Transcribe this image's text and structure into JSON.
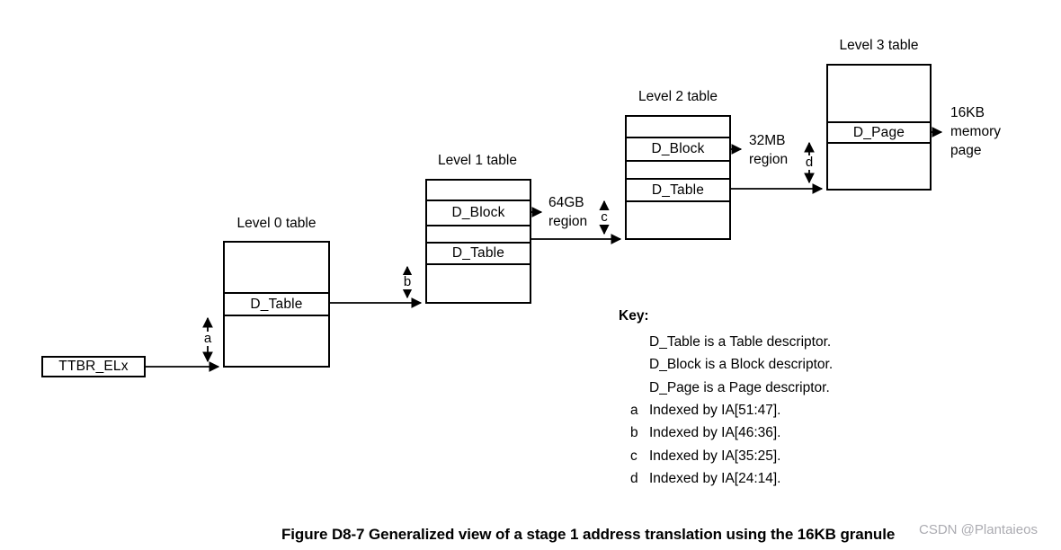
{
  "diagram": {
    "ttbr_label": "TTBR_ELx",
    "level0": {
      "title": "Level 0 table",
      "table_cell": "D_Table"
    },
    "level1": {
      "title": "Level 1 table",
      "block_cell": "D_Block",
      "table_cell": "D_Table",
      "region": [
        "64GB",
        "region"
      ]
    },
    "level2": {
      "title": "Level 2 table",
      "block_cell": "D_Block",
      "table_cell": "D_Table",
      "region": [
        "32MB",
        "region"
      ]
    },
    "level3": {
      "title": "Level 3 table",
      "page_cell": "D_Page",
      "region": [
        "16KB",
        "memory",
        "page"
      ]
    },
    "arrows": {
      "a": "a",
      "b": "b",
      "c": "c",
      "d": "d"
    }
  },
  "key": {
    "title": "Key:",
    "descriptors": [
      "D_Table is a Table descriptor.",
      "D_Block is a Block descriptor.",
      "D_Page is a Page descriptor."
    ],
    "indexed": [
      {
        "letter": "a",
        "text": "Indexed by IA[51:47]."
      },
      {
        "letter": "b",
        "text": "Indexed by IA[46:36]."
      },
      {
        "letter": "c",
        "text": "Indexed by IA[35:25]."
      },
      {
        "letter": "d",
        "text": "Indexed by IA[24:14]."
      }
    ]
  },
  "caption": "Figure D8-7 Generalized view of a stage 1 address translation using the 16KB granule",
  "watermark": "CSDN @Plantaieos",
  "colors": {
    "line": "#000000",
    "text": "#000000",
    "watermark": "#9c9ca6"
  }
}
